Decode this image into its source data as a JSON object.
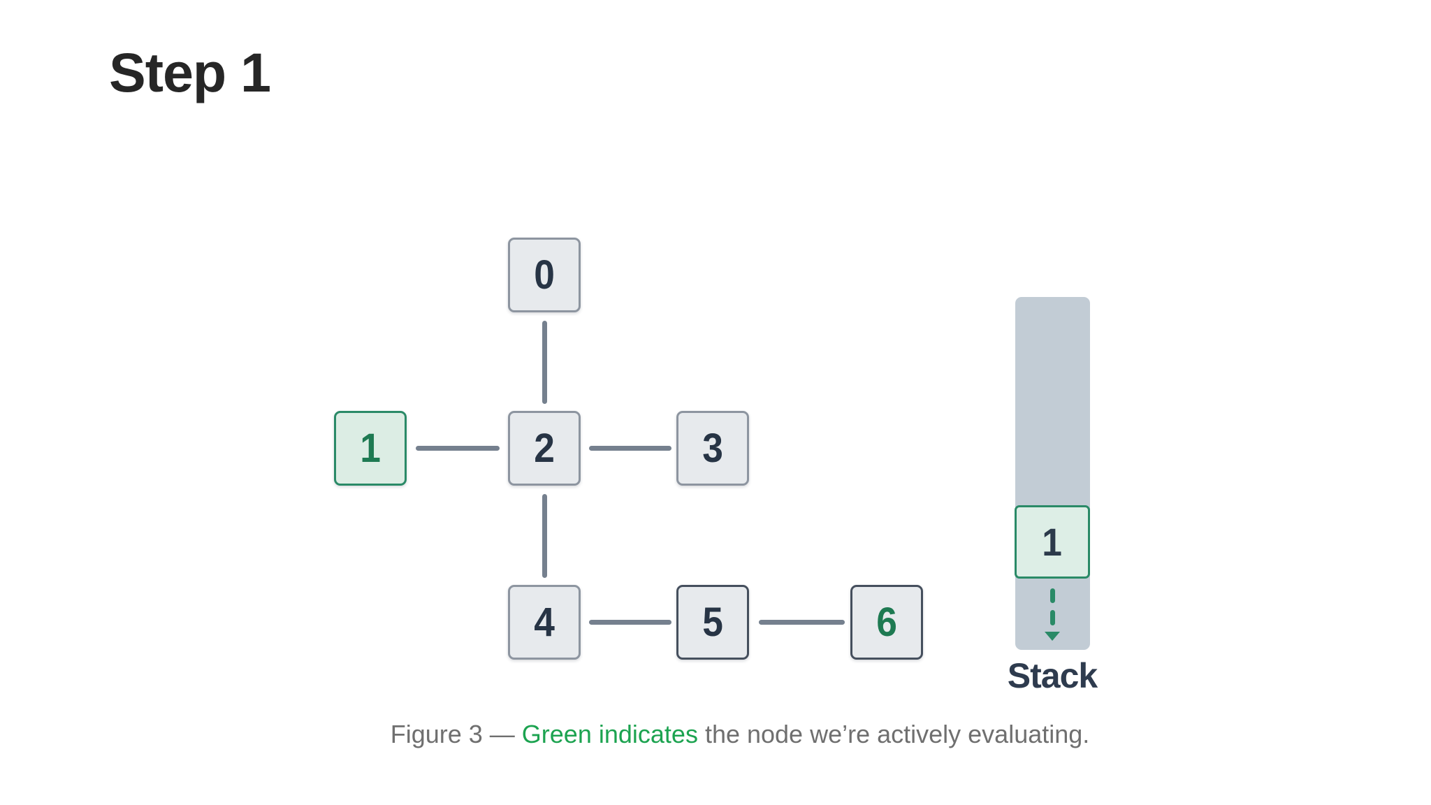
{
  "page_title": "Step 1",
  "graph": {
    "nodes": [
      {
        "label": "0",
        "state": "unvisited"
      },
      {
        "label": "1",
        "state": "active"
      },
      {
        "label": "2",
        "state": "unvisited"
      },
      {
        "label": "3",
        "state": "unvisited"
      },
      {
        "label": "4",
        "state": "unvisited"
      },
      {
        "label": "5",
        "state": "unvisited-dark-border"
      },
      {
        "label": "6",
        "state": "green-digit-dark-border"
      }
    ],
    "edges": [
      [
        "0",
        "2"
      ],
      [
        "1",
        "2"
      ],
      [
        "2",
        "3"
      ],
      [
        "2",
        "4"
      ],
      [
        "4",
        "5"
      ],
      [
        "5",
        "6"
      ]
    ]
  },
  "stack": {
    "label": "Stack",
    "items": [
      {
        "label": "1",
        "state": "active"
      }
    ],
    "arrow_icon": "dashed-down-arrow"
  },
  "caption": {
    "prefix": "Figure 3 — ",
    "highlight": "Green indicates",
    "suffix": " the node we’re actively evaluating."
  },
  "colors": {
    "active_green_border": "#2a8a67",
    "active_green_fill": "#dcede4",
    "green_digit": "#1e7a52",
    "caption_green": "#1ca350",
    "caption_gray": "#6f6f6f",
    "node_fill": "#e7eaed",
    "node_border": "#8d95a0",
    "node_border_dark": "#454f5d",
    "node_digit": "#273445",
    "edge": "#75808e",
    "stack_column_fill": "#c2ccd5",
    "stack_label_text": "#2e3b4e",
    "title_text": "#262626"
  }
}
